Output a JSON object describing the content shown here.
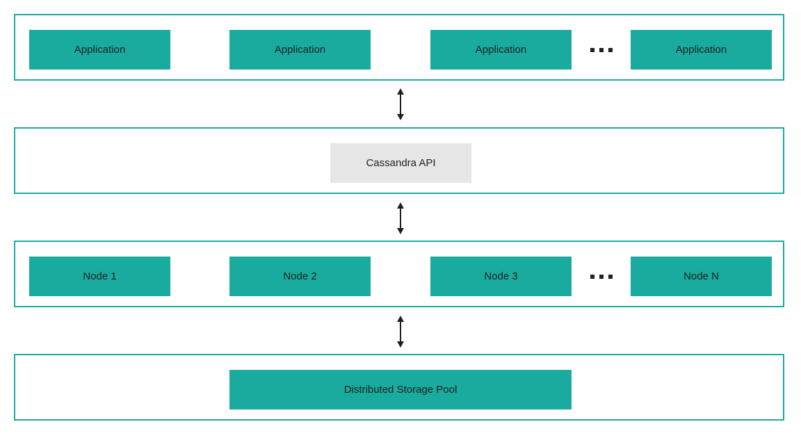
{
  "colors": {
    "accent": "#1aab9f",
    "api_box": "#e6e6e6",
    "text": "#1f1f1f",
    "arrow": "#1f1f1f"
  },
  "applications_layer": {
    "boxes": [
      "Application",
      "Application",
      "Application",
      "Application"
    ],
    "ellipsis_icon": "ellipsis-icon"
  },
  "api_layer": {
    "label": "Cassandra API"
  },
  "nodes_layer": {
    "boxes": [
      "Node 1",
      "Node 2",
      "Node 3",
      "Node N"
    ],
    "ellipsis_icon": "ellipsis-icon"
  },
  "storage_layer": {
    "label": "Distributed Storage Pool"
  },
  "connectors": [
    "double-arrow-icon",
    "double-arrow-icon",
    "double-arrow-icon"
  ]
}
